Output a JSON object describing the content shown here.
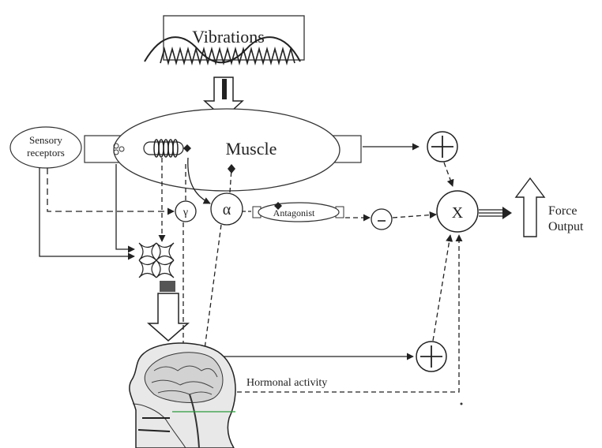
{
  "diagram": {
    "vibrations_label": "Vibrations",
    "muscle_label": "Muscle",
    "sensory_label_line1": "Sensory",
    "sensory_label_line2": "receptors",
    "gamma_label": "γ",
    "alpha_label": "α",
    "antagonist_label": "Antagonist",
    "plus_label": "+",
    "minus_label": "-",
    "multiply_label": "X",
    "force_label_line1": "Force",
    "force_label_line2": "Output",
    "hormonal_label": "Hormonal activity"
  }
}
